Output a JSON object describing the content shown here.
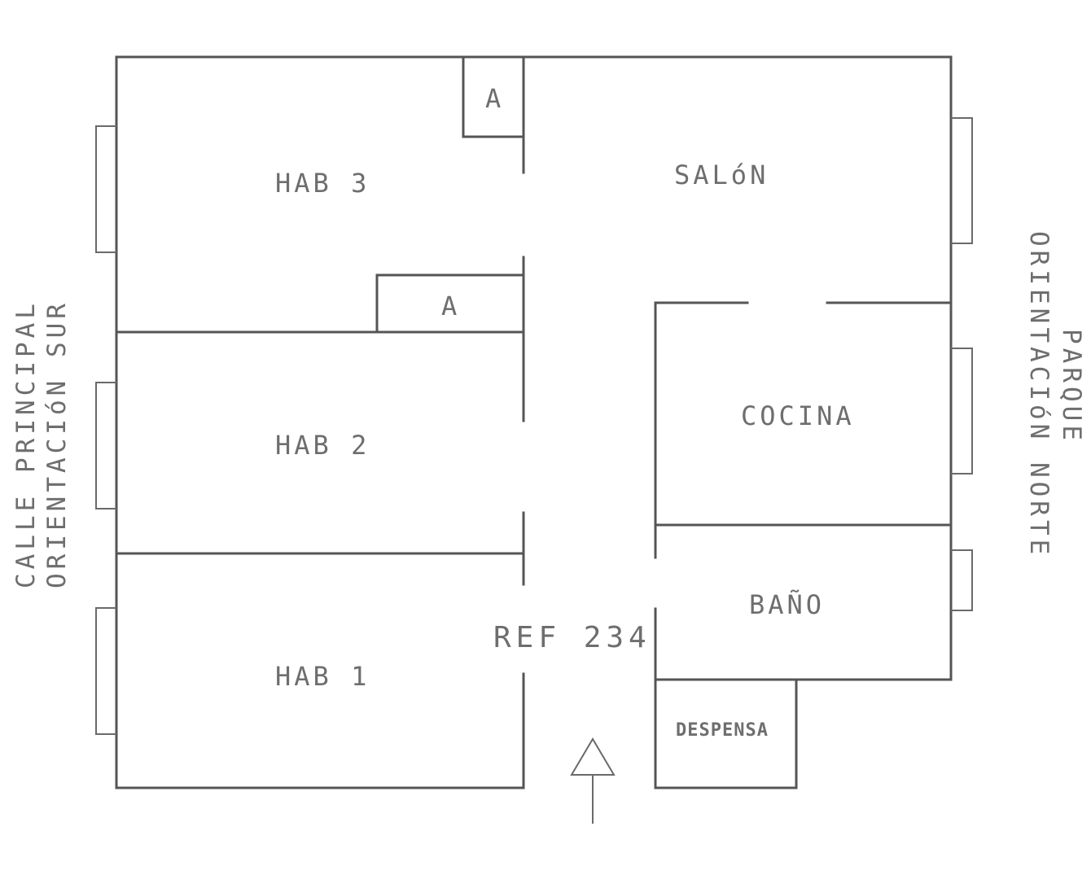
{
  "plan": {
    "rooms": {
      "hab3": "HAB 3",
      "hab2": "HAB 2",
      "hab1": "HAB 1",
      "salon": "SALóN",
      "cocina": "COCINA",
      "bano": "BAÑO",
      "despensa": "DESPENSA",
      "armario_top": "A",
      "armario_mid": "A"
    },
    "reference": "REF 234",
    "left_side": {
      "line1": "CALLE PRINCIPAL",
      "line2": "ORIENTACIóN SUR"
    },
    "right_side": {
      "line1": "PARQUE",
      "line2": "ORIENTACIóN NORTE"
    },
    "colors": {
      "wall": "#555555",
      "text": "#6e6e6e",
      "background": "#ffffff"
    }
  }
}
